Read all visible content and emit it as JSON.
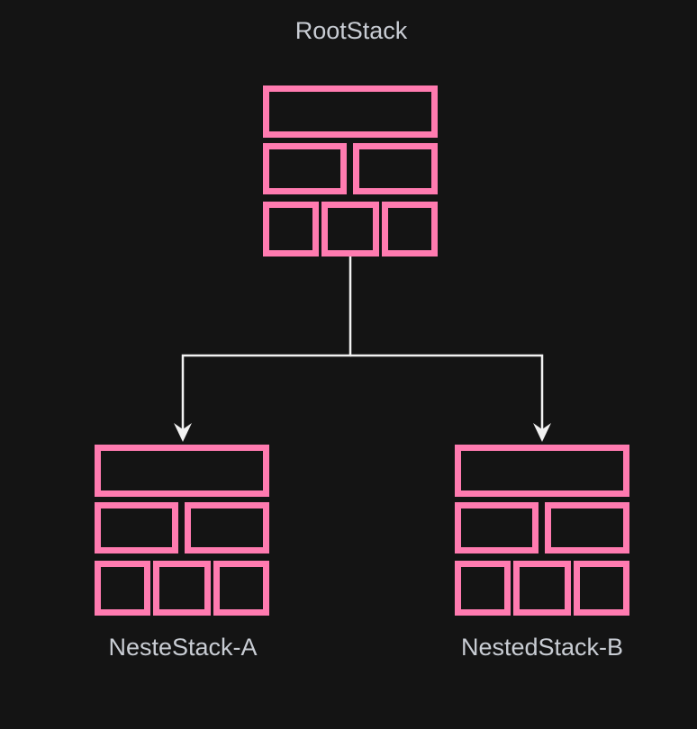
{
  "diagram": {
    "nodes": [
      {
        "id": "root",
        "label": "RootStack",
        "icon": "stack-icon"
      },
      {
        "id": "nested_a",
        "label": "NesteStack-A",
        "icon": "stack-icon"
      },
      {
        "id": "nested_b",
        "label": "NestedStack-B",
        "icon": "stack-icon"
      }
    ],
    "edges": [
      {
        "from": "root",
        "to": "nested_a"
      },
      {
        "from": "root",
        "to": "nested_b"
      }
    ],
    "colors": {
      "background": "#141414",
      "icon_stroke": "#ff7bb0",
      "connector": "#f2f2f2",
      "label_text": "#c9cdd4"
    }
  }
}
